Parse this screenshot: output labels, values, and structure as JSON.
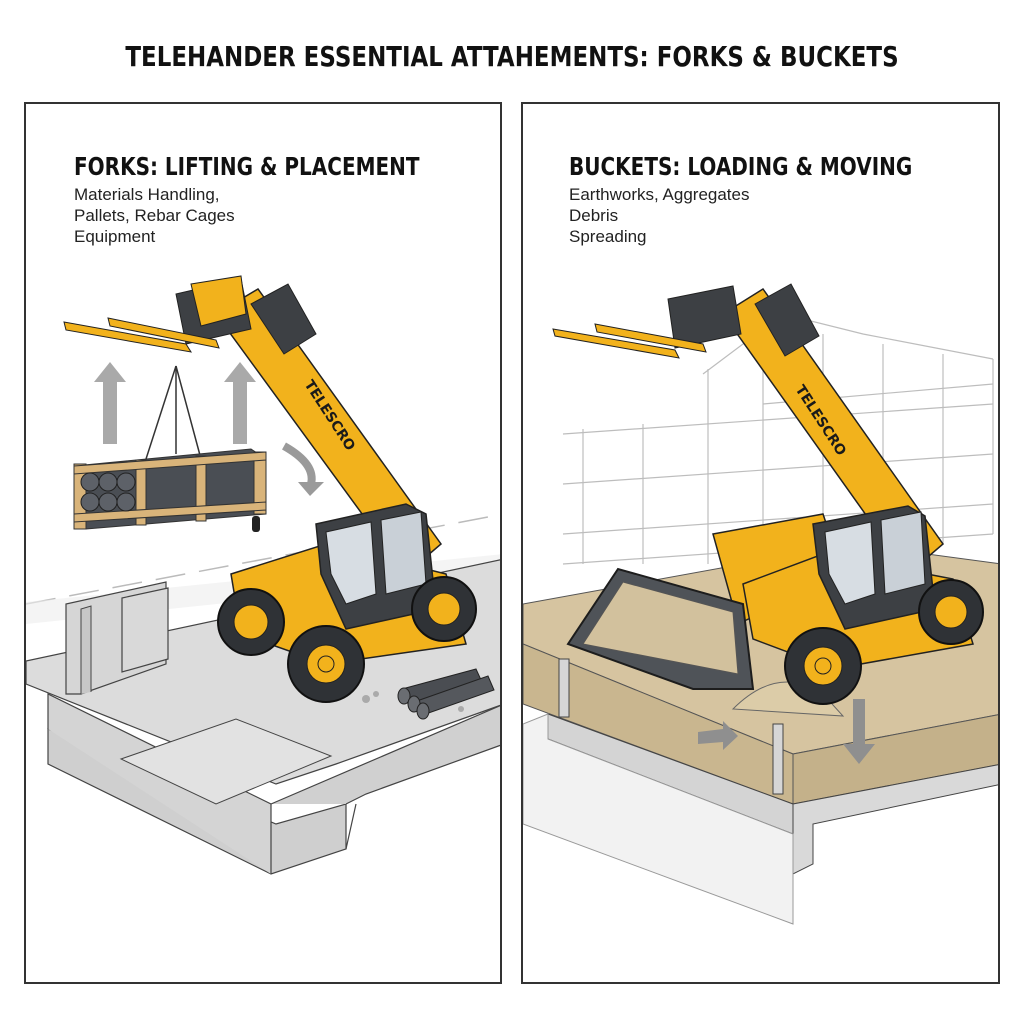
{
  "title": "TELEHANDER ESSENTIAL ATTAHEMENTS: FORKS & BUCKETS",
  "panels": [
    {
      "id": "forks",
      "heading": "FORKS: LIFTING & PLACEMENT",
      "uses": [
        "Materials Handling,",
        "Pallets, Rebar Cages",
        "Equipment"
      ],
      "boom_brand": "TELESCRO",
      "illustration": [
        "telehandler-with-forks",
        "suspended-pipe-crate",
        "up-arrows",
        "curved-arrow",
        "concrete-slab",
        "precast-wall-panels",
        "loose-pipes"
      ]
    },
    {
      "id": "buckets",
      "heading": "BUCKETS: LOADING & MOVING",
      "uses": [
        "Earthworks, Aggregates",
        "Debris",
        "Spreading"
      ],
      "boom_brand": "TELESCRO",
      "illustration": [
        "telehandler-with-bucket",
        "building-frame-sketch",
        "soil-pad",
        "sand-pile",
        "movement-arrows",
        "formwork"
      ]
    }
  ],
  "colors": {
    "machine_yellow": "#F2B21C",
    "machine_dark": "#3D4044",
    "concrete": "#D9D9D9",
    "soil": "#D6C4A0",
    "arrow_gray": "#9A9A9A",
    "crate_wood": "#D9B47A",
    "border": "#333333"
  }
}
